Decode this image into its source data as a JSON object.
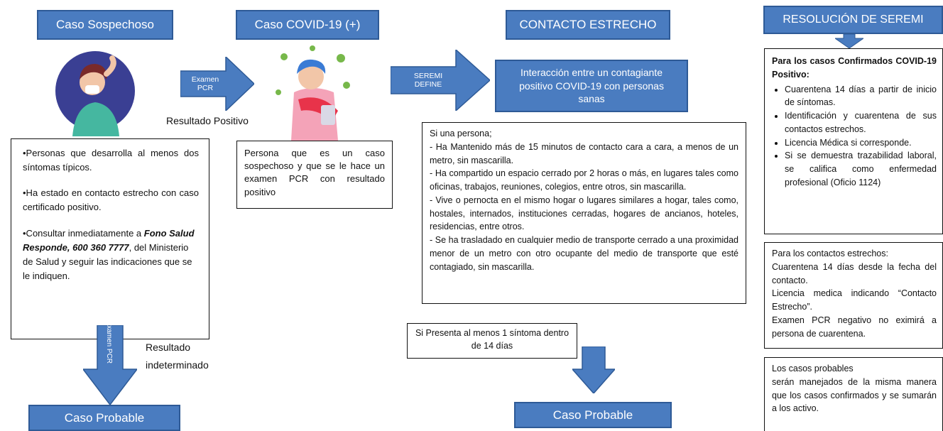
{
  "headers": {
    "sospechoso": "Caso Sospechoso",
    "covid": "Caso COVID-19 (+)",
    "contacto": "CONTACTO ESTRECHO",
    "resolucion": "RESOLUCIÓN DE SEREMI",
    "probable_left": "Caso Probable",
    "probable_mid": "Caso Probable"
  },
  "arrows": {
    "examen_pcr": "Examen PCR",
    "seremi_define": "SEREMI DEFINE",
    "examen_pcr_down": "Examen PCR"
  },
  "labels": {
    "resultado_positivo": "Resultado Positivo",
    "resultado_indeterminado_1": "Resultado",
    "resultado_indeterminado_2": "indeterminado"
  },
  "interaccion": "Interacción entre un contagiante positivo COVID-19 con personas sanas",
  "sospechoso_box": {
    "p1": "•Personas que desarrolla al menos dos síntomas típicos.",
    "p2": "•Ha estado en contacto estrecho con caso certificado positivo.",
    "p3_a": "•Consultar inmediatamente a ",
    "p3_b": "Fono Salud Responde, 600 360 7777",
    "p3_c": ", del Ministerio de Salud y seguir las indicaciones que se le indiquen."
  },
  "covid_box": "Persona que es un caso sospechoso y que se le hace un examen PCR con resultado positivo",
  "contacto_box": [
    "Si una persona;",
    "- Ha Mantenido más de 15 minutos de contacto cara a cara, a menos de un metro, sin mascarilla.",
    "- Ha compartido un espacio cerrado por 2 horas o más, en lugares tales como oficinas, trabajos, reuniones, colegios, entre otros, sin mascarilla.",
    "- Vive o pernocta en el mismo hogar o lugares similares a hogar, tales como, hostales, internados, instituciones cerradas, hogares de ancianos, hoteles, residencias, entre otros.",
    "- Se ha trasladado en cualquier medio de transporte cerrado a una proximidad menor de un metro con otro ocupante del medio de transporte que esté contagiado, sin mascarilla."
  ],
  "sintoma_box": "Si Presenta al menos 1 síntoma dentro de 14 días",
  "resolucion_confirmados": {
    "title": "Para los casos Confirmados COVID-19 Positivo:",
    "items": [
      "Cuarentena 14 días a partir de inicio de síntomas.",
      "Identificación y cuarentena de sus contactos estrechos.",
      "Licencia Médica si corresponde.",
      "Si se demuestra trazabilidad laboral, se califica como enfermedad profesional (Oficio 1124)"
    ]
  },
  "resolucion_contactos": [
    "Para los contactos estrechos:",
    "Cuarentena 14 días desde la fecha del contacto.",
    "Licencia medica indicando “Contacto Estrecho”.",
    "Examen PCR negativo no eximirá a persona de cuarentena."
  ],
  "resolucion_probables": {
    "title": "Los casos probables",
    "body": "serán manejados de la misma manera que los casos confirmados y se sumarán a los activo."
  },
  "colors": {
    "header_fill": "#4a7cc0",
    "header_border": "#2e5a96",
    "arrow_fill": "#4a7cc0"
  }
}
